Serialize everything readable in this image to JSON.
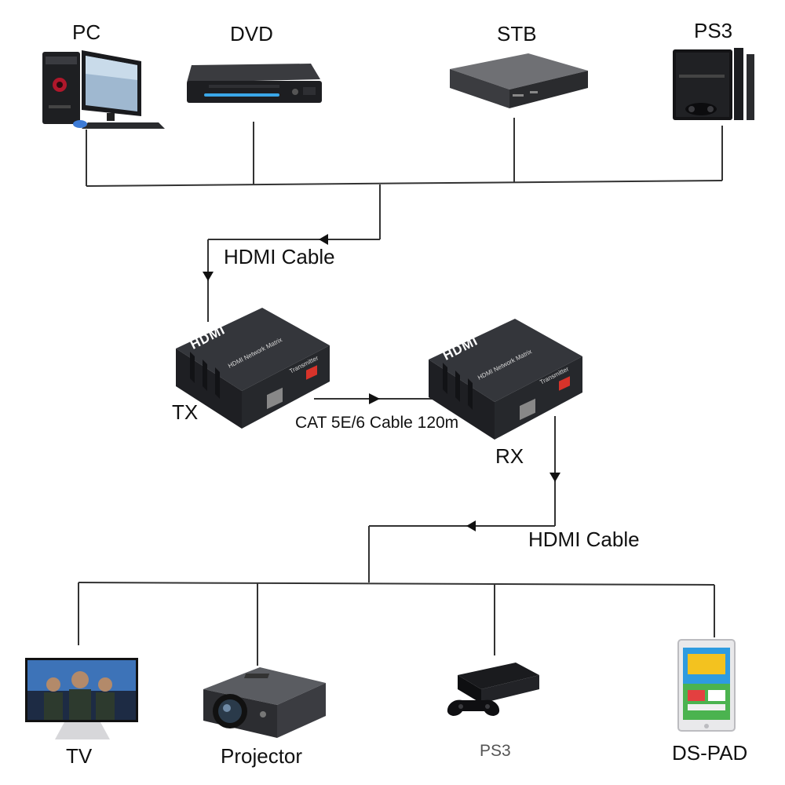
{
  "sources": [
    {
      "label": "PC",
      "icon": "pc-tower-monitor-icon"
    },
    {
      "label": "DVD",
      "icon": "dvd-player-icon"
    },
    {
      "label": "STB",
      "icon": "set-top-box-icon"
    },
    {
      "label": "PS3",
      "icon": "ps3-console-icon"
    }
  ],
  "cables": {
    "input": "HDMI Cable",
    "link": "CAT 5E/6 Cable 120m",
    "output": "HDMI Cable"
  },
  "units": {
    "tx": {
      "label": "TX",
      "brand": "HDMI",
      "model": "HDMI Network Matrix",
      "role": "Transmitter"
    },
    "rx": {
      "label": "RX",
      "brand": "HDMI",
      "model": "HDMI Network Matrix",
      "role": "Transmitter"
    }
  },
  "displays": [
    {
      "label": "TV",
      "icon": "tv-icon"
    },
    {
      "label": "Projector",
      "icon": "projector-icon"
    },
    {
      "label": "PS3",
      "icon": "ps3-slim-icon"
    },
    {
      "label": "DS-PAD",
      "icon": "tablet-icon"
    }
  ],
  "colors": {
    "wire": "#333333",
    "device_dark": "#2b2d31",
    "accent_blue": "#3aa7e8"
  }
}
